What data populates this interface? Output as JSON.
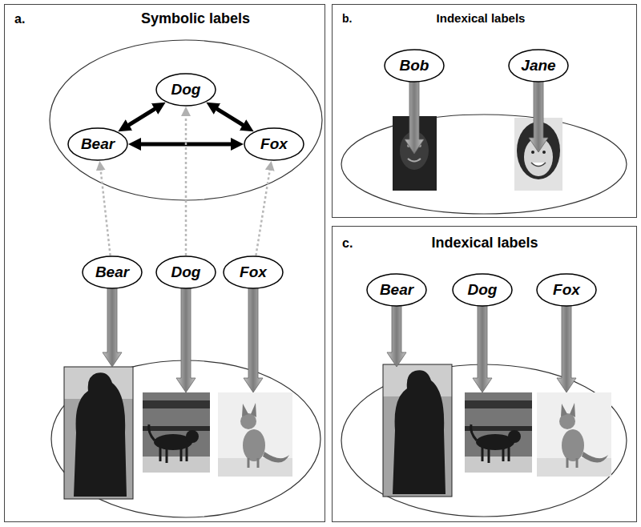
{
  "diagram": {
    "nodes": [
      {
        "text": [
          "a.",
          "Symbolic labels"
        ]
      },
      {
        "text": [
          "Dog"
        ],
        "in": 0
      },
      {
        "text": [
          "Bear"
        ],
        "in": 0
      },
      {
        "text": [
          "Fox"
        ],
        "in": 0
      },
      {
        "text": [
          "Bear"
        ],
        "in": 0
      },
      {
        "text": [
          "Dog"
        ],
        "in": 0
      },
      {
        "text": [
          "Fox"
        ],
        "in": 0
      },
      {
        "text": [
          "b.",
          "Indexical labels"
        ]
      },
      {
        "text": [
          "Bob"
        ],
        "in": 7
      },
      {
        "text": [
          "Jane"
        ],
        "in": 7
      },
      {
        "text": [
          "c.",
          "Indexical labels"
        ]
      },
      {
        "text": [
          "Bear"
        ],
        "in": 10
      },
      {
        "text": [
          "Dog"
        ],
        "in": 10
      },
      {
        "text": [
          "Fox"
        ],
        "in": 10
      }
    ],
    "edges": [
      {
        "from": 1,
        "to": 2,
        "arrow": "both"
      },
      {
        "from": 2,
        "to": 3,
        "arrow": "both"
      },
      {
        "from": 1,
        "to": 3,
        "arrow": "both"
      },
      {
        "from": 4,
        "to": 2,
        "arrow": "to"
      },
      {
        "from": 5,
        "to": 1,
        "arrow": "to"
      },
      {
        "from": 6,
        "to": 3,
        "arrow": "to"
      }
    ]
  }
}
